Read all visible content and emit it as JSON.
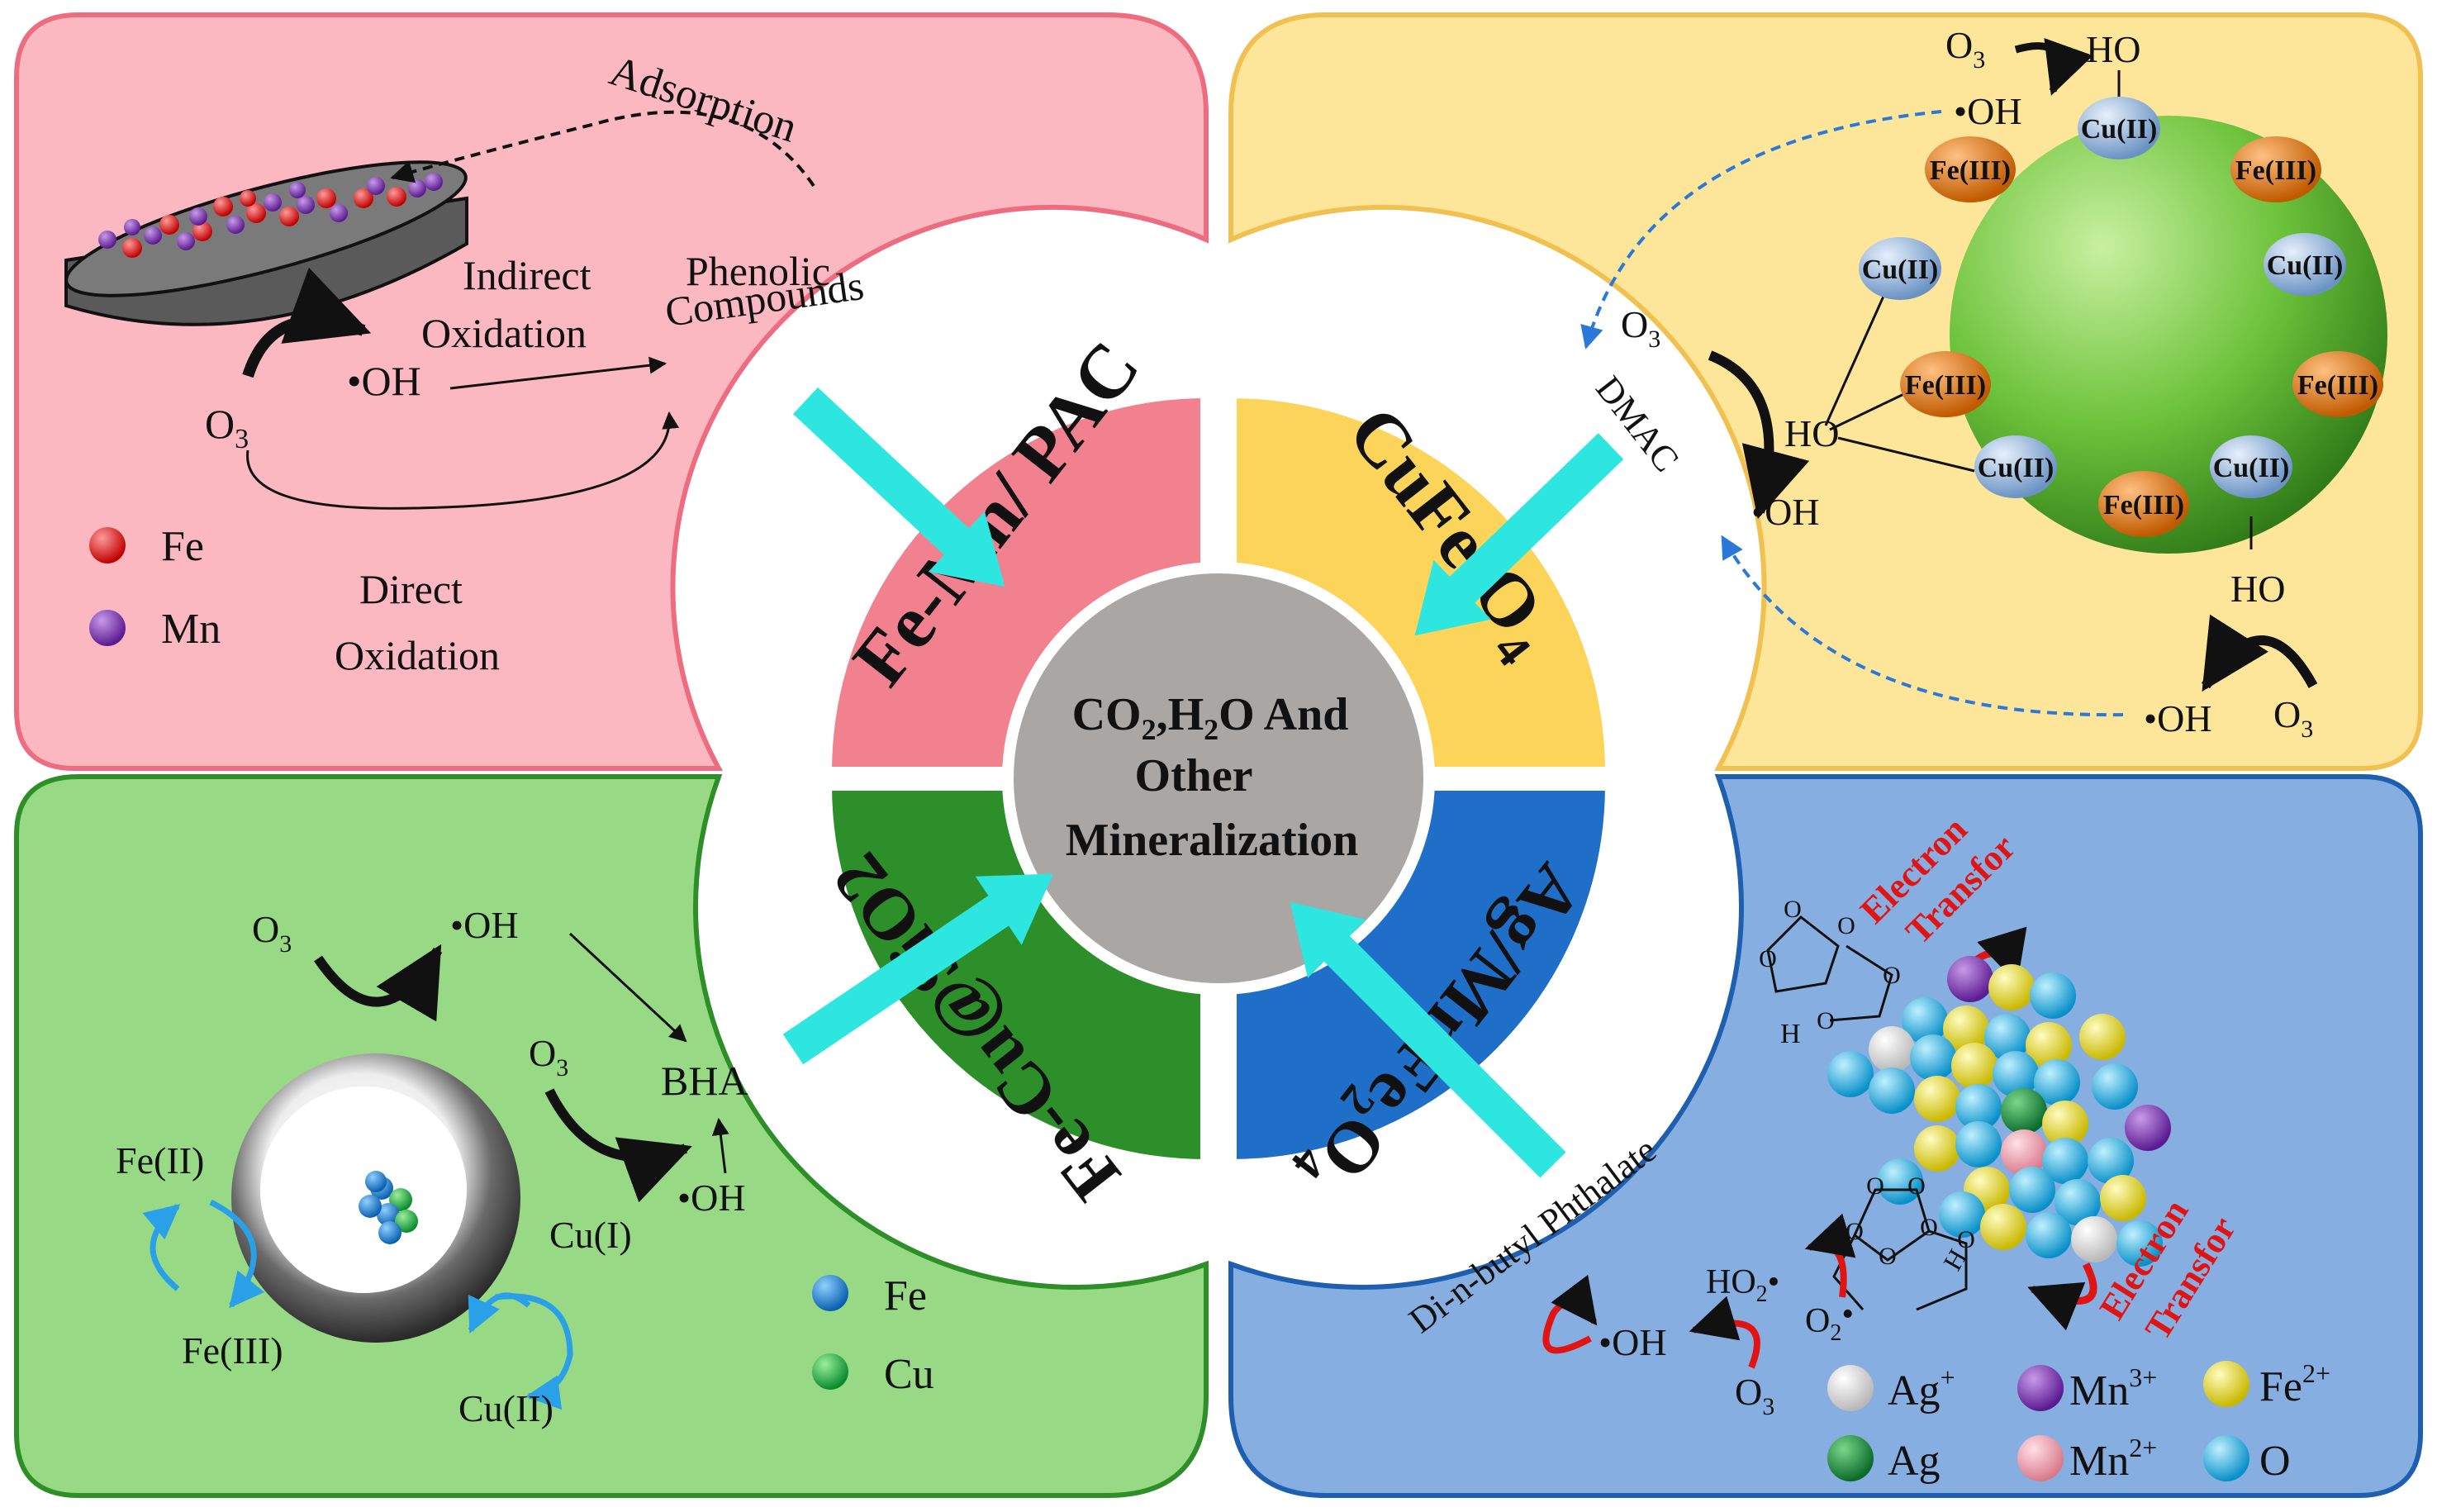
{
  "center": {
    "line1": "CO",
    "line1_sub": "2",
    "line1_b": ",H",
    "line1_sub2": "2",
    "line1_c": "O And",
    "line2": "Other",
    "line3": "Mineralization"
  },
  "sectors": {
    "tl": "Fe-Mn/ PAC",
    "tr_a": "CuFe",
    "tr_sub": "2",
    "tr_b": "O",
    "tr_sub2": "4",
    "bl": "Fe-Cu@SiO2",
    "br_a": "Ag/MnFe",
    "br_sub": "2",
    "br_b": "O",
    "br_sub2": "4"
  },
  "panel_tl": {
    "adsorption": "Adsorption",
    "indirect1": "Indirect",
    "indirect2": "Oxidation",
    "phenolic1": "Phenolic",
    "phenolic2": "Compounds",
    "oh": "•OH",
    "o3": "O",
    "o3_sub": "3",
    "direct1": "Direct",
    "direct2": "Oxidation",
    "legend": [
      {
        "label": "Fe",
        "color": "#e01010"
      },
      {
        "label": "Mn",
        "color": "#7b2fb0"
      }
    ]
  },
  "panel_tr": {
    "o3_top": "O",
    "o3_sub": "3",
    "oh_top": "•OH",
    "ho_top": "HO",
    "o3_mid": "O",
    "o3_mid_sub": "3",
    "dmac": "DMAC",
    "ho_mid": "HO",
    "oh_mid": "•OH",
    "ho_bot": "HO",
    "oh_bot": "•OH",
    "o3_bot": "O",
    "o3_bot_sub": "3",
    "cu": "Cu(II)",
    "fe": "Fe(III)"
  },
  "panel_bl": {
    "o3": "O",
    "o3_sub": "3",
    "oh": "•OH",
    "bha": "BHA",
    "o3_b": "O",
    "o3_b_sub": "3",
    "oh_b": "•OH",
    "fe2": "Fe(II)",
    "fe3": "Fe(III)",
    "cu1": "Cu(I)",
    "cu2": "Cu(II)",
    "legend": [
      {
        "label": "Fe",
        "color": "#1a7fd0"
      },
      {
        "label": "Cu",
        "color": "#1aa84a"
      }
    ]
  },
  "panel_br": {
    "et1_a": "Electron",
    "et1_b": "Transfor",
    "et2_a": "Electron",
    "et2_b": "Transfor",
    "dbp": "Di-n-butyl Phthalate",
    "oh": "•OH",
    "o3": "O",
    "o3_sub": "3",
    "ho2": "HO",
    "ho2_sub": "2",
    "ho2_dot": "•",
    "o2": "O",
    "o2_sub": "2",
    "o2_sup": "•",
    "h1": "H",
    "h2": "H",
    "o_atom": "O",
    "legend": [
      {
        "label": "Ag",
        "sup": "+",
        "color": "#f4f4f4"
      },
      {
        "label": "Mn",
        "sup": "3+",
        "color": "#7b2fb0"
      },
      {
        "label": "Fe",
        "sup": "2+",
        "color": "#f2ea1c"
      },
      {
        "label": "Ag",
        "sup": "",
        "color": "#1a9a48"
      },
      {
        "label": "Mn",
        "sup": "2+",
        "color": "#f2a0b0"
      },
      {
        "label": "O",
        "sup": "",
        "color": "#18b0e8"
      }
    ]
  },
  "colors": {
    "pink_panel": "#fbb8c0",
    "pink_sector": "#f2818f",
    "yellow_panel": "#fde59a",
    "yellow_sector": "#fcd45a",
    "green_panel": "#98d985",
    "green_sector": "#2d8f2a",
    "blue_panel": "#86aee0",
    "blue_sector": "#1f6fc9",
    "center": "#a9a6a4",
    "arrow": "#2ee6e0"
  }
}
